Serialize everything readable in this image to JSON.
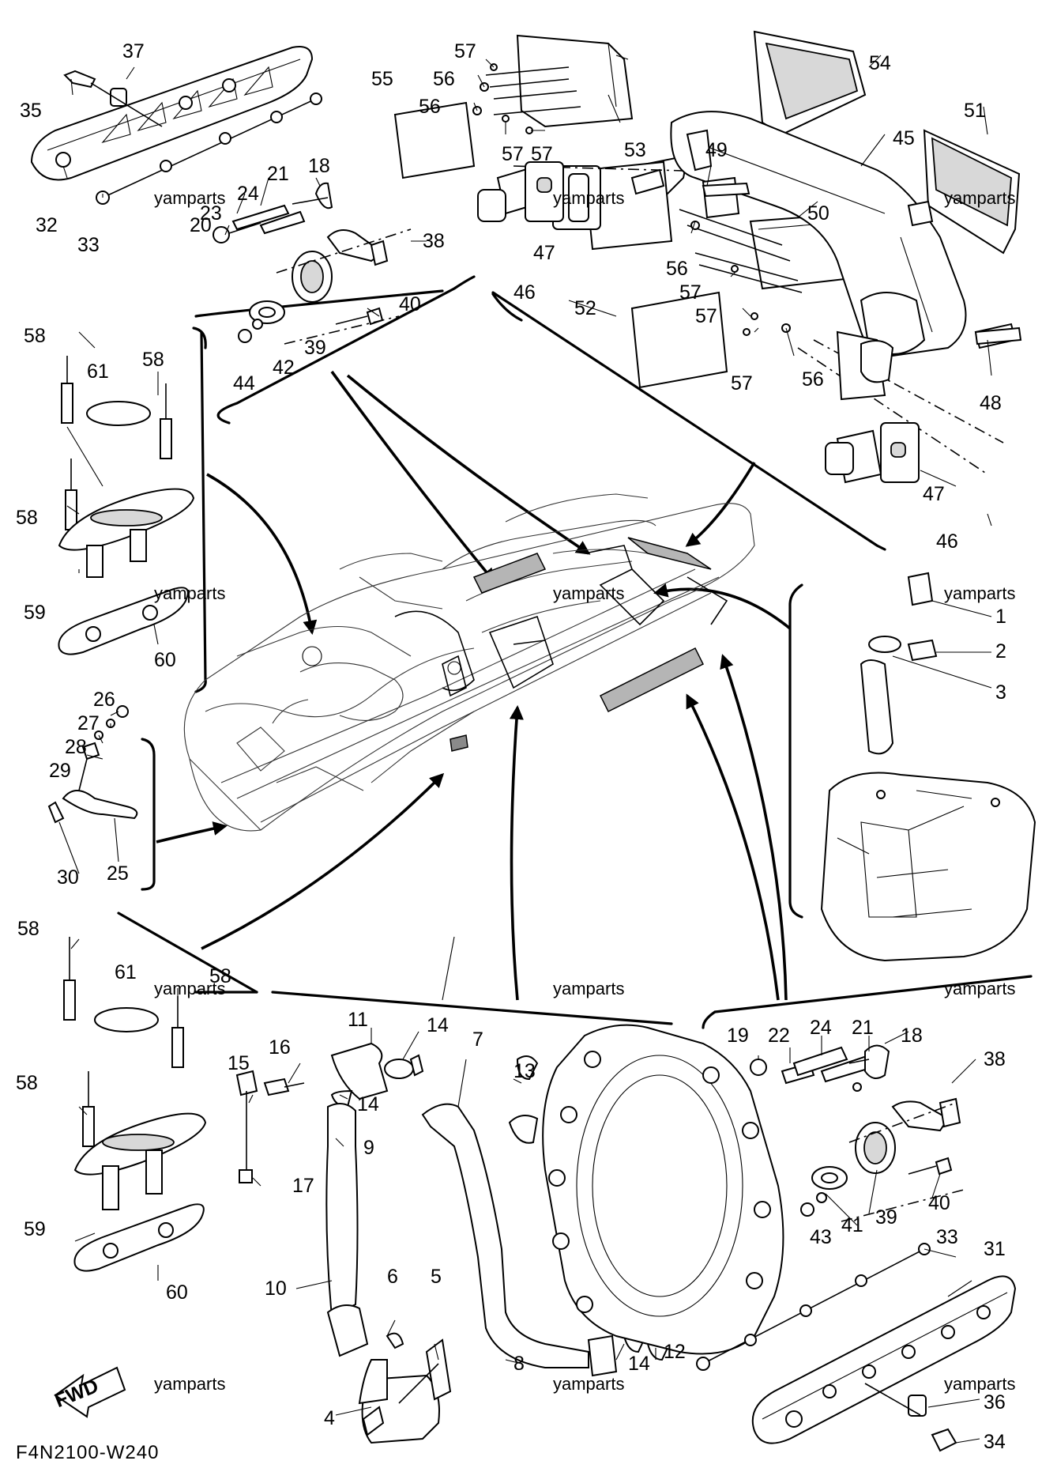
{
  "diagram_code": "F4N2100-W240",
  "watermark": "yamparts",
  "fwd_label": "FWD",
  "part_numbers": [
    "1",
    "2",
    "3",
    "4",
    "5",
    "6",
    "7",
    "8",
    "9",
    "10",
    "11",
    "12",
    "13",
    "14",
    "14",
    "14",
    "15",
    "16",
    "17",
    "18",
    "18",
    "19",
    "20",
    "21",
    "21",
    "22",
    "23",
    "24",
    "24",
    "25",
    "26",
    "27",
    "28",
    "29",
    "30",
    "31",
    "32",
    "33",
    "33",
    "34",
    "35",
    "36",
    "37",
    "38",
    "38",
    "39",
    "39",
    "40",
    "40",
    "41",
    "42",
    "43",
    "44",
    "45",
    "46",
    "46",
    "47",
    "47",
    "48",
    "49",
    "50",
    "51",
    "52",
    "53",
    "54",
    "55",
    "56",
    "56",
    "56",
    "56",
    "57",
    "57",
    "57",
    "57",
    "57",
    "57",
    "58",
    "58",
    "58",
    "58",
    "58",
    "58",
    "59",
    "59",
    "60",
    "60",
    "61",
    "61"
  ]
}
